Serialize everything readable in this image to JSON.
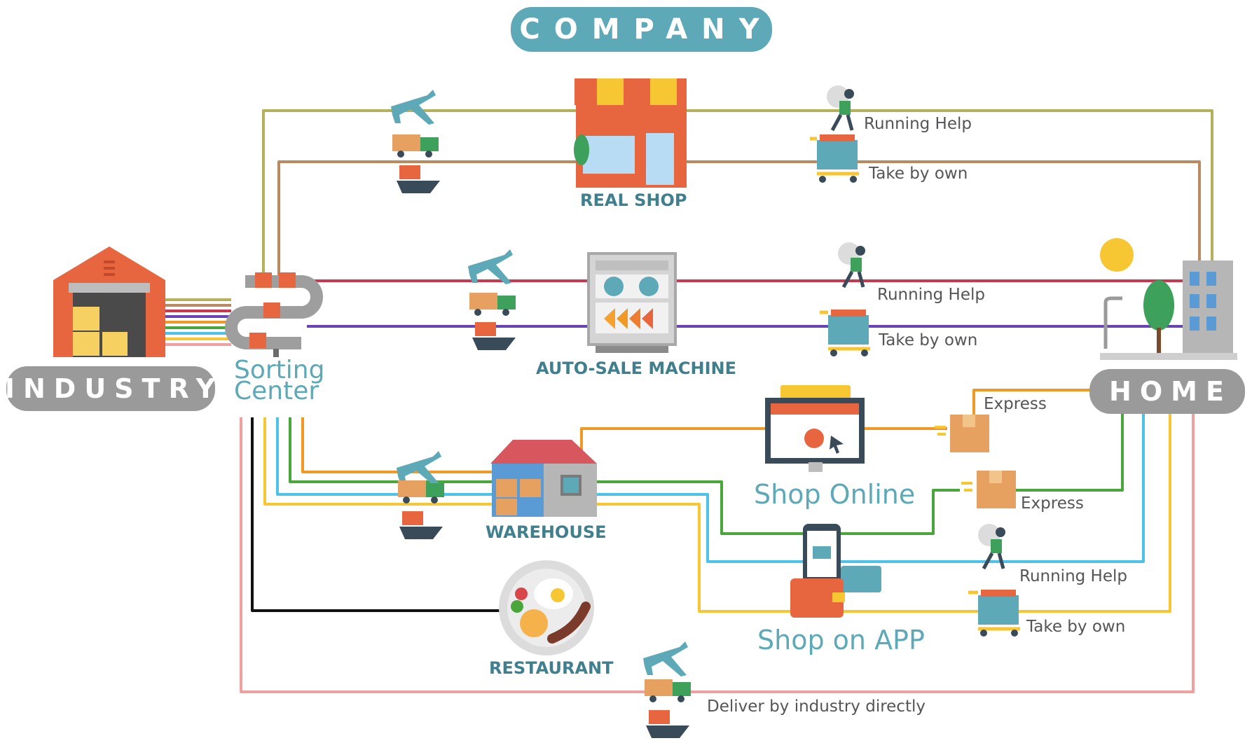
{
  "header": {
    "company_label": "COMPANY"
  },
  "nodes": {
    "industry_label": "INDUSTRY",
    "home_label": "HOME",
    "sorting_center_line1": "Sorting",
    "sorting_center_line2": "Center",
    "real_shop_label": "REAL SHOP",
    "auto_sale_label": "AUTO-SALE MACHINE",
    "warehouse_label": "WAREHOUSE",
    "restaurant_label": "RESTAURANT",
    "shop_online_label": "Shop Online",
    "shop_app_label": "Shop on APP"
  },
  "routes": {
    "real_shop_running": "Running Help",
    "real_shop_take": "Take by own",
    "auto_sale_running": "Running Help",
    "auto_sale_take": "Take by own",
    "online_express": "Express",
    "app_express": "Express",
    "app_running": "Running Help",
    "app_take": "Take by own",
    "direct_delivery": "Deliver by industry directly"
  },
  "colors": {
    "company_pill": "#5ea9b8",
    "gray_pill": "#9a9a9a",
    "line_olive": "#b5b15a",
    "line_brown": "#b98a60",
    "line_red": "#c8394f",
    "line_purple": "#6a43b5",
    "line_orange": "#f09a25",
    "line_green": "#4aa63a",
    "line_cyan": "#4ec3ea",
    "line_yellow": "#f6c633",
    "line_black": "#111111",
    "line_pink": "#f0a0a0"
  },
  "icons": [
    "warehouse-building-icon",
    "conveyor-belt-icon",
    "storefront-icon",
    "vending-machine-icon",
    "warehouse-house-icon",
    "restaurant-plate-icon",
    "online-shop-monitor-icon",
    "phone-app-wallet-icon",
    "city-home-icon",
    "airplane-icon",
    "truck-icon",
    "ship-icon",
    "rocket-runner-icon",
    "shopping-cart-icon",
    "parcel-box-icon"
  ]
}
